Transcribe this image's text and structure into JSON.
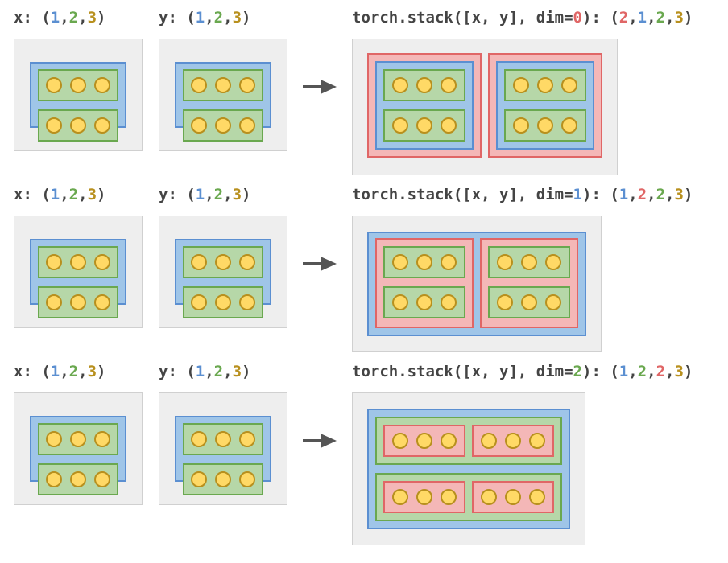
{
  "rows": [
    {
      "x_label": {
        "prefix": "x: (",
        "dims": [
          "1",
          "2",
          "3"
        ],
        "suffix": ")"
      },
      "y_label": {
        "prefix": "y: (",
        "dims": [
          "1",
          "2",
          "3"
        ],
        "suffix": ")"
      },
      "out_label": {
        "expr": "torch.stack([x, y], dim=",
        "dim": "0",
        "mid": "): (",
        "dims": [
          "2",
          "1",
          "2",
          "3"
        ],
        "suffix": ")"
      }
    },
    {
      "x_label": {
        "prefix": "x: (",
        "dims": [
          "1",
          "2",
          "3"
        ],
        "suffix": ")"
      },
      "y_label": {
        "prefix": "y: (",
        "dims": [
          "1",
          "2",
          "3"
        ],
        "suffix": ")"
      },
      "out_label": {
        "expr": "torch.stack([x, y], dim=",
        "dim": "1",
        "mid": "): (",
        "dims": [
          "1",
          "2",
          "2",
          "3"
        ],
        "suffix": ")"
      }
    },
    {
      "x_label": {
        "prefix": "x: (",
        "dims": [
          "1",
          "2",
          "3"
        ],
        "suffix": ")"
      },
      "y_label": {
        "prefix": "y: (",
        "dims": [
          "1",
          "2",
          "3"
        ],
        "suffix": ")"
      },
      "out_label": {
        "expr": "torch.stack([x, y], dim=",
        "dim": "2",
        "mid": "): (",
        "dims": [
          "1",
          "2",
          "2",
          "3"
        ],
        "suffix": ")"
      }
    }
  ],
  "colors": {
    "red": "#e06666",
    "blue": "#5b8fd1",
    "green": "#6aa84f",
    "gold": "#b8901e",
    "text": "#444444",
    "panel_bg": "#eeeeee",
    "blue_fill": "#9fc5e8",
    "green_fill": "#b6d7a8",
    "red_fill": "#f4b7b7",
    "dot_fill": "#ffd966",
    "arrow": "#555555"
  },
  "arrow_icon": "right-arrow-icon"
}
